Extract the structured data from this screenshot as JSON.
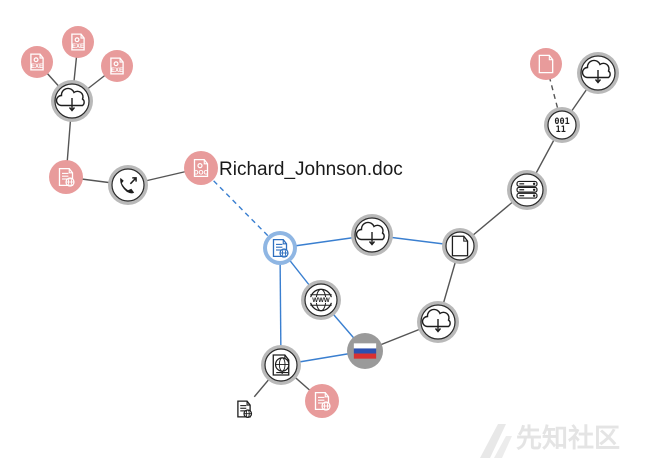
{
  "nodes": [
    {
      "id": "exe_1",
      "icon": "exe-file-icon",
      "theme": "red",
      "label": "",
      "badge": "EXE"
    },
    {
      "id": "exe_2",
      "icon": "exe-file-icon",
      "theme": "red",
      "label": "",
      "badge": "EXE"
    },
    {
      "id": "exe_3",
      "icon": "exe-file-icon",
      "theme": "red",
      "label": "",
      "badge": "EXE"
    },
    {
      "id": "download_a",
      "icon": "cloud-download-icon",
      "theme": "gray",
      "label": ""
    },
    {
      "id": "webdoc_red_a",
      "icon": "web-document-icon",
      "theme": "red",
      "label": ""
    },
    {
      "id": "phone",
      "icon": "phone-call-icon",
      "theme": "gray",
      "label": ""
    },
    {
      "id": "doc_richard",
      "icon": "doc-file-icon",
      "theme": "red",
      "label": "Richard_Johnson.doc",
      "badge": "DOC"
    },
    {
      "id": "webdoc_blue",
      "icon": "web-document-icon",
      "theme": "blue",
      "label": ""
    },
    {
      "id": "download_b",
      "icon": "cloud-download-icon",
      "theme": "gray",
      "label": ""
    },
    {
      "id": "file_plain",
      "icon": "file-icon",
      "theme": "gray",
      "label": ""
    },
    {
      "id": "server_stack",
      "icon": "server-stack-icon",
      "theme": "gray",
      "label": ""
    },
    {
      "id": "binary_data",
      "icon": "binary-data-icon",
      "theme": "gray",
      "label": "",
      "badge": "001 11"
    },
    {
      "id": "file_red",
      "icon": "file-icon",
      "theme": "red",
      "label": ""
    },
    {
      "id": "download_c",
      "icon": "cloud-download-icon",
      "theme": "gray",
      "label": ""
    },
    {
      "id": "www",
      "icon": "www-globe-icon",
      "theme": "gray",
      "label": "",
      "badge": "WWW"
    },
    {
      "id": "russia_flag",
      "icon": "russia-flag-icon",
      "theme": "gray",
      "label": ""
    },
    {
      "id": "download_d",
      "icon": "cloud-download-icon",
      "theme": "gray",
      "label": ""
    },
    {
      "id": "web_network",
      "icon": "web-network-icon",
      "theme": "gray",
      "label": ""
    },
    {
      "id": "webdoc_dark",
      "icon": "web-document-icon",
      "theme": "dark",
      "label": ""
    },
    {
      "id": "webdoc_red_b",
      "icon": "web-document-icon",
      "theme": "red",
      "label": ""
    }
  ],
  "edges": [
    {
      "from": "exe_1",
      "to": "download_a",
      "style": "solid",
      "color": "#555555"
    },
    {
      "from": "exe_2",
      "to": "download_a",
      "style": "solid",
      "color": "#555555"
    },
    {
      "from": "exe_3",
      "to": "download_a",
      "style": "solid",
      "color": "#555555"
    },
    {
      "from": "download_a",
      "to": "webdoc_red_a",
      "style": "solid",
      "color": "#555555"
    },
    {
      "from": "webdoc_red_a",
      "to": "phone",
      "style": "solid",
      "color": "#555555"
    },
    {
      "from": "phone",
      "to": "doc_richard",
      "style": "solid",
      "color": "#555555"
    },
    {
      "from": "doc_richard",
      "to": "webdoc_blue",
      "style": "dashed",
      "color": "#3a7fd0"
    },
    {
      "from": "webdoc_blue",
      "to": "download_b",
      "style": "solid",
      "color": "#3a7fd0"
    },
    {
      "from": "download_b",
      "to": "file_plain",
      "style": "solid",
      "color": "#3a7fd0"
    },
    {
      "from": "file_plain",
      "to": "server_stack",
      "style": "solid",
      "color": "#555555"
    },
    {
      "from": "server_stack",
      "to": "binary_data",
      "style": "solid",
      "color": "#555555"
    },
    {
      "from": "binary_data",
      "to": "file_red",
      "style": "dashed",
      "color": "#555555"
    },
    {
      "from": "binary_data",
      "to": "download_c",
      "style": "solid",
      "color": "#555555"
    },
    {
      "from": "webdoc_blue",
      "to": "www",
      "style": "solid",
      "color": "#3a7fd0"
    },
    {
      "from": "www",
      "to": "russia_flag",
      "style": "solid",
      "color": "#3a7fd0"
    },
    {
      "from": "webdoc_blue",
      "to": "web_network",
      "style": "solid",
      "color": "#3a7fd0"
    },
    {
      "from": "web_network",
      "to": "russia_flag",
      "style": "solid",
      "color": "#3a7fd0"
    },
    {
      "from": "russia_flag",
      "to": "download_d",
      "style": "solid",
      "color": "#555555"
    },
    {
      "from": "download_d",
      "to": "file_plain",
      "style": "solid",
      "color": "#555555"
    },
    {
      "from": "web_network",
      "to": "webdoc_dark",
      "style": "solid",
      "color": "#555555"
    },
    {
      "from": "web_network",
      "to": "webdoc_red_b",
      "style": "solid",
      "color": "#555555"
    }
  ],
  "colors": {
    "red_fill": "#e89b9b",
    "red_icon": "#d0504f",
    "blue_ring": "#8fb6e3",
    "blue_icon": "#2e6fbf",
    "gray_ring": "#b9b9b9",
    "icon_dark": "#1d1d1d",
    "flag_white": "#ffffff",
    "flag_blue": "#2b4fb0",
    "flag_red": "#d93030"
  },
  "watermark": {
    "text": "先知社区"
  }
}
